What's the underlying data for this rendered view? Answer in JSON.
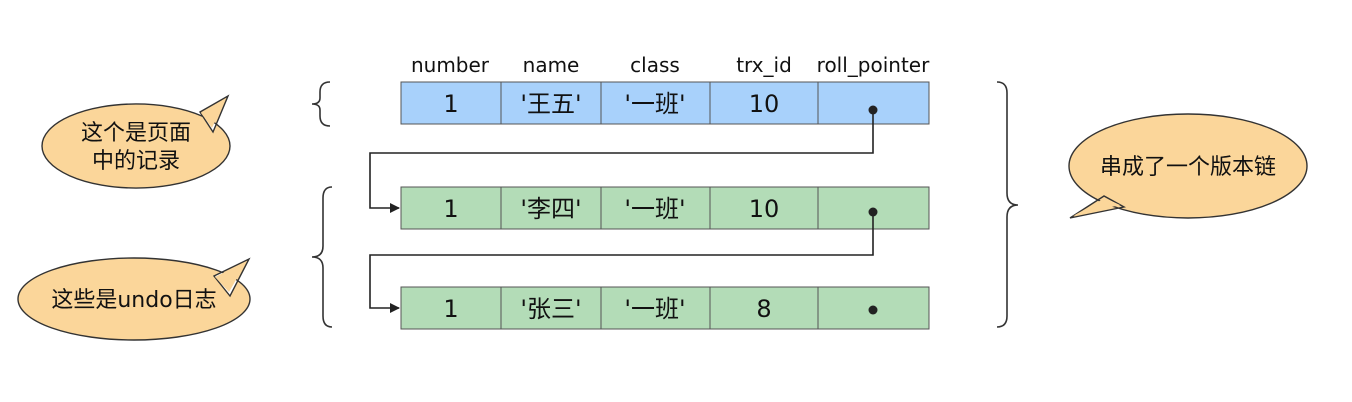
{
  "columns": [
    "number",
    "name",
    "class",
    "trx_id",
    "roll_pointer"
  ],
  "rows": [
    {
      "kind": "page_record",
      "number": "1",
      "name": "'王五'",
      "class": "'一班'",
      "trx_id": "10"
    },
    {
      "kind": "undo_log",
      "number": "1",
      "name": "'李四'",
      "class": "'一班'",
      "trx_id": "10"
    },
    {
      "kind": "undo_log",
      "number": "1",
      "name": "'张三'",
      "class": "'一班'",
      "trx_id": "8"
    }
  ],
  "callouts": {
    "page_record": [
      "这个是页面",
      "中的记录"
    ],
    "undo_logs": "这些是undo日志",
    "version_chain": "串成了一个版本链"
  },
  "colors": {
    "page_row": "#a8d1fb",
    "undo_row": "#b3dcb7",
    "bubble": "#fbd69a",
    "stroke": "#333333"
  }
}
